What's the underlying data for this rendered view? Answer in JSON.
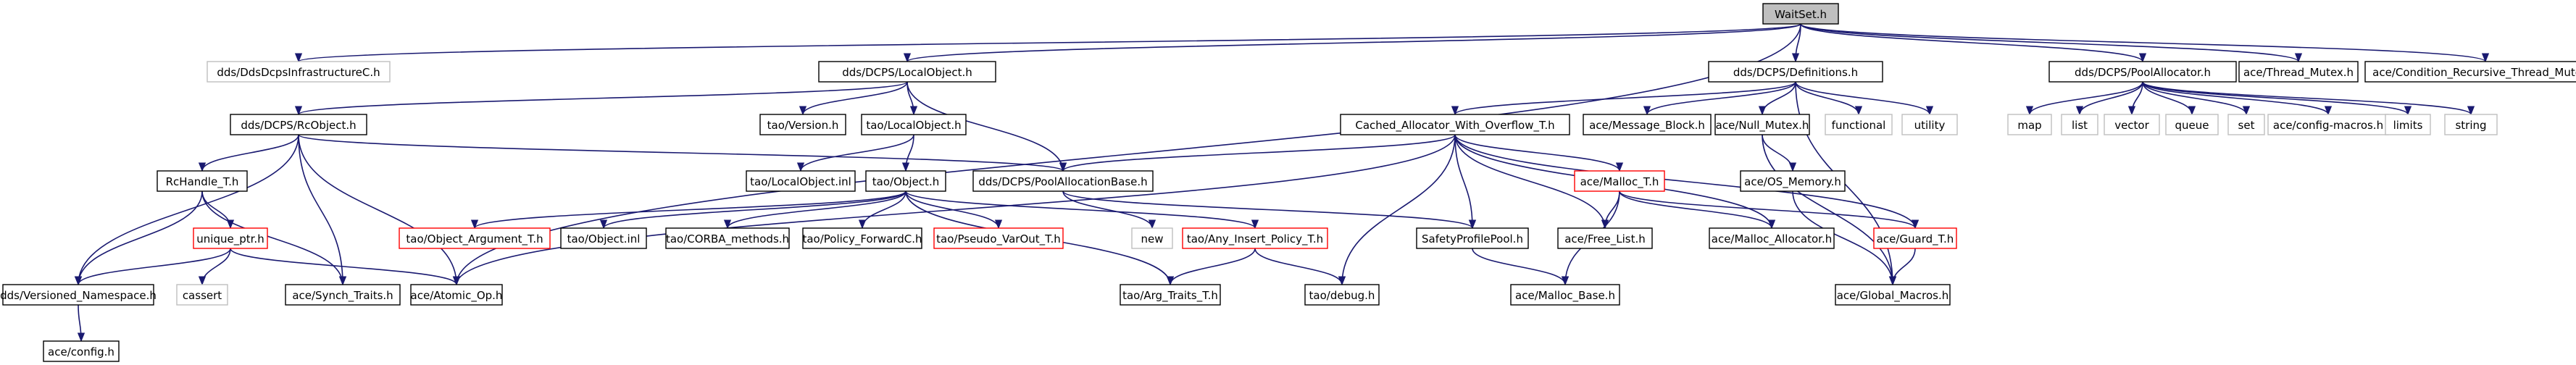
{
  "colors": {
    "edge": "#191970",
    "border_normal": "#000000",
    "border_truncated": "#ff0000",
    "border_external": "#bfbfbf",
    "fill_root": "#bfbfbf",
    "fill_default": "#ffffff"
  },
  "legend_note": "Node border color: black = header, red = header with truncated includes, light gray = external/system header",
  "nodes": [
    {
      "id": "waitset",
      "label": "WaitSet.h",
      "kind": "root"
    },
    {
      "id": "dcpsinfra",
      "label": "dds/DdsDcpsInfrastructureC.h",
      "kind": "external"
    },
    {
      "id": "localobject_h",
      "label": "dds/DCPS/LocalObject.h",
      "kind": "normal"
    },
    {
      "id": "definitions",
      "label": "dds/DCPS/Definitions.h",
      "kind": "normal"
    },
    {
      "id": "poolallocator",
      "label": "dds/DCPS/PoolAllocator.h",
      "kind": "normal"
    },
    {
      "id": "thread_mutex",
      "label": "ace/Thread_Mutex.h",
      "kind": "normal"
    },
    {
      "id": "cond_rec_mutex",
      "label": "ace/Condition_Recursive_Thread_Mutex.h",
      "kind": "normal"
    },
    {
      "id": "rcobject",
      "label": "dds/DCPS/RcObject.h",
      "kind": "normal"
    },
    {
      "id": "tao_version",
      "label": "tao/Version.h",
      "kind": "normal"
    },
    {
      "id": "tao_localobject_h",
      "label": "tao/LocalObject.h",
      "kind": "normal"
    },
    {
      "id": "cached_alloc",
      "label": "Cached_Allocator_With_Overflow_T.h",
      "kind": "normal"
    },
    {
      "id": "message_block",
      "label": "ace/Message_Block.h",
      "kind": "normal"
    },
    {
      "id": "null_mutex",
      "label": "ace/Null_Mutex.h",
      "kind": "normal"
    },
    {
      "id": "functional",
      "label": "functional",
      "kind": "external"
    },
    {
      "id": "utility",
      "label": "utility",
      "kind": "external"
    },
    {
      "id": "map",
      "label": "map",
      "kind": "external"
    },
    {
      "id": "list",
      "label": "list",
      "kind": "external"
    },
    {
      "id": "vector",
      "label": "vector",
      "kind": "external"
    },
    {
      "id": "queue",
      "label": "queue",
      "kind": "external"
    },
    {
      "id": "set",
      "label": "set",
      "kind": "external"
    },
    {
      "id": "config_macros",
      "label": "ace/config-macros.h",
      "kind": "external"
    },
    {
      "id": "limits",
      "label": "limits",
      "kind": "external"
    },
    {
      "id": "string",
      "label": "string",
      "kind": "external"
    },
    {
      "id": "rchandle",
      "label": "RcHandle_T.h",
      "kind": "normal"
    },
    {
      "id": "tao_localobject_inl",
      "label": "tao/LocalObject.inl",
      "kind": "normal"
    },
    {
      "id": "tao_object_h",
      "label": "tao/Object.h",
      "kind": "normal"
    },
    {
      "id": "poolallocationbase",
      "label": "dds/DCPS/PoolAllocationBase.h",
      "kind": "normal"
    },
    {
      "id": "malloc_t",
      "label": "ace/Malloc_T.h",
      "kind": "truncated"
    },
    {
      "id": "os_memory",
      "label": "ace/OS_Memory.h",
      "kind": "normal"
    },
    {
      "id": "unique_ptr",
      "label": "unique_ptr.h",
      "kind": "truncated"
    },
    {
      "id": "object_argument",
      "label": "tao/Object_Argument_T.h",
      "kind": "truncated"
    },
    {
      "id": "object_inl",
      "label": "tao/Object.inl",
      "kind": "normal"
    },
    {
      "id": "corba_methods",
      "label": "tao/CORBA_methods.h",
      "kind": "normal"
    },
    {
      "id": "policy_forward",
      "label": "tao/Policy_ForwardC.h",
      "kind": "normal"
    },
    {
      "id": "pseudo_varout",
      "label": "tao/Pseudo_VarOut_T.h",
      "kind": "truncated"
    },
    {
      "id": "any_insert",
      "label": "tao/Any_Insert_Policy_T.h",
      "kind": "truncated"
    },
    {
      "id": "new",
      "label": "new",
      "kind": "external"
    },
    {
      "id": "safetyprofilepool",
      "label": "SafetyProfilePool.h",
      "kind": "normal"
    },
    {
      "id": "free_list",
      "label": "ace/Free_List.h",
      "kind": "normal"
    },
    {
      "id": "malloc_allocator",
      "label": "ace/Malloc_Allocator.h",
      "kind": "normal"
    },
    {
      "id": "guard_t",
      "label": "ace/Guard_T.h",
      "kind": "truncated"
    },
    {
      "id": "cassert",
      "label": "cassert",
      "kind": "external"
    },
    {
      "id": "versioned_ns",
      "label": "dds/Versioned_Namespace.h",
      "kind": "normal"
    },
    {
      "id": "synch_traits",
      "label": "ace/Synch_Traits.h",
      "kind": "normal"
    },
    {
      "id": "atomic_op",
      "label": "ace/Atomic_Op.h",
      "kind": "normal"
    },
    {
      "id": "arg_traits",
      "label": "tao/Arg_Traits_T.h",
      "kind": "normal"
    },
    {
      "id": "tao_debug",
      "label": "tao/debug.h",
      "kind": "normal"
    },
    {
      "id": "malloc_base",
      "label": "ace/Malloc_Base.h",
      "kind": "normal"
    },
    {
      "id": "global_macros",
      "label": "ace/Global_Macros.h",
      "kind": "normal"
    },
    {
      "id": "ace_config",
      "label": "ace/config.h",
      "kind": "normal"
    }
  ],
  "edges": [
    [
      "waitset",
      "dcpsinfra"
    ],
    [
      "waitset",
      "localobject_h"
    ],
    [
      "waitset",
      "definitions"
    ],
    [
      "waitset",
      "poolallocator"
    ],
    [
      "waitset",
      "thread_mutex"
    ],
    [
      "waitset",
      "cond_rec_mutex"
    ],
    [
      "waitset",
      "atomic_op"
    ],
    [
      "localobject_h",
      "rcobject"
    ],
    [
      "localobject_h",
      "tao_version"
    ],
    [
      "localobject_h",
      "tao_localobject_h"
    ],
    [
      "localobject_h",
      "poolallocationbase"
    ],
    [
      "definitions",
      "cached_alloc"
    ],
    [
      "definitions",
      "message_block"
    ],
    [
      "definitions",
      "null_mutex"
    ],
    [
      "definitions",
      "functional"
    ],
    [
      "definitions",
      "utility"
    ],
    [
      "definitions",
      "global_macros"
    ],
    [
      "poolallocator",
      "map"
    ],
    [
      "poolallocator",
      "list"
    ],
    [
      "poolallocator",
      "vector"
    ],
    [
      "poolallocator",
      "queue"
    ],
    [
      "poolallocator",
      "set"
    ],
    [
      "poolallocator",
      "config_macros"
    ],
    [
      "poolallocator",
      "limits"
    ],
    [
      "poolallocator",
      "string"
    ],
    [
      "rcobject",
      "rchandle"
    ],
    [
      "rcobject",
      "poolallocationbase"
    ],
    [
      "rcobject",
      "versioned_ns"
    ],
    [
      "rcobject",
      "synch_traits"
    ],
    [
      "rcobject",
      "atomic_op"
    ],
    [
      "tao_localobject_h",
      "tao_localobject_inl"
    ],
    [
      "tao_localobject_h",
      "tao_object_h"
    ],
    [
      "cached_alloc",
      "poolallocationbase"
    ],
    [
      "cached_alloc",
      "malloc_t"
    ],
    [
      "cached_alloc",
      "safetyprofilepool"
    ],
    [
      "cached_alloc",
      "free_list"
    ],
    [
      "cached_alloc",
      "malloc_allocator"
    ],
    [
      "cached_alloc",
      "guard_t"
    ],
    [
      "cached_alloc",
      "atomic_op"
    ],
    [
      "cached_alloc",
      "tao_debug"
    ],
    [
      "null_mutex",
      "os_memory"
    ],
    [
      "null_mutex",
      "global_macros"
    ],
    [
      "rchandle",
      "unique_ptr"
    ],
    [
      "rchandle",
      "versioned_ns"
    ],
    [
      "rchandle",
      "synch_traits"
    ],
    [
      "tao_object_h",
      "object_argument"
    ],
    [
      "tao_object_h",
      "object_inl"
    ],
    [
      "tao_object_h",
      "corba_methods"
    ],
    [
      "tao_object_h",
      "policy_forward"
    ],
    [
      "tao_object_h",
      "pseudo_varout"
    ],
    [
      "tao_object_h",
      "any_insert"
    ],
    [
      "tao_object_h",
      "arg_traits"
    ],
    [
      "poolallocationbase",
      "new"
    ],
    [
      "poolallocationbase",
      "safetyprofilepool"
    ],
    [
      "malloc_t",
      "free_list"
    ],
    [
      "malloc_t",
      "malloc_allocator"
    ],
    [
      "malloc_t",
      "guard_t"
    ],
    [
      "malloc_t",
      "malloc_base"
    ],
    [
      "safetyprofilepool",
      "malloc_base"
    ],
    [
      "guard_t",
      "global_macros"
    ],
    [
      "unique_ptr",
      "cassert"
    ],
    [
      "unique_ptr",
      "versioned_ns"
    ],
    [
      "unique_ptr",
      "atomic_op"
    ],
    [
      "any_insert",
      "arg_traits"
    ],
    [
      "any_insert",
      "tao_debug"
    ],
    [
      "versioned_ns",
      "ace_config"
    ],
    [
      "os_memory",
      "global_macros"
    ]
  ]
}
